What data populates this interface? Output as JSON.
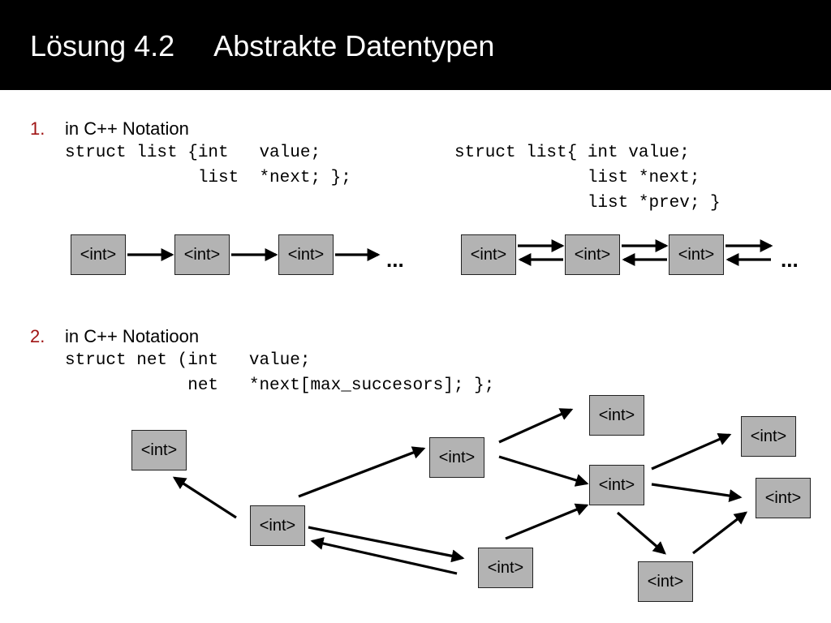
{
  "slide": {
    "title": "Lösung 4.2     Abstrakte Datentypen"
  },
  "section1": {
    "number": "1.",
    "heading": "in C++ Notation",
    "code_single": [
      "struct list {int   value;",
      "             list  *next; };"
    ],
    "code_double": [
      "struct list{ int value;",
      "             list *next;",
      "             list *prev; }"
    ],
    "node_label": "<int>",
    "ellipsis": "..."
  },
  "section2": {
    "number": "2.",
    "heading": "in C++ Notatioon",
    "code": [
      "struct net (int   value;",
      "            net   *next[max_succesors]; };"
    ],
    "node_label": "<int>"
  },
  "colors": {
    "title_bg": "#000000",
    "number_accent": "#a01414",
    "node_fill": "#b3b3b3"
  }
}
